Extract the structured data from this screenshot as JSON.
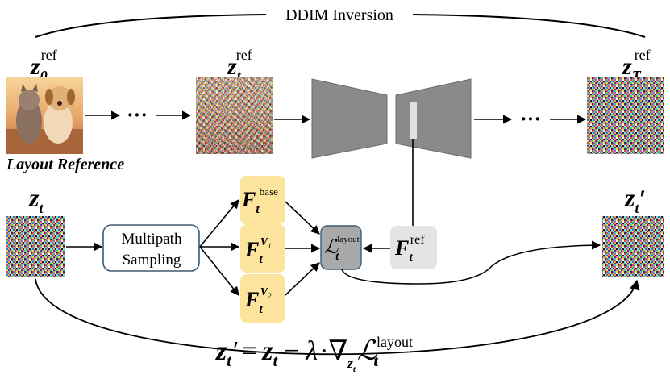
{
  "top_label": "DDIM Inversion",
  "caption_layout_reference": "Layout Reference",
  "latents": {
    "z0_ref": {
      "base": "z",
      "sub": "0",
      "sup": "ref"
    },
    "zt_ref": {
      "base": "z",
      "sub": "t",
      "sup": "ref"
    },
    "zT_ref": {
      "base": "z",
      "sub": "T",
      "sup": "ref"
    },
    "zt": {
      "base": "z",
      "sub": "t"
    },
    "zt_prime": {
      "base": "z",
      "sub": "t",
      "prime": "′"
    }
  },
  "dots": "···",
  "multipath_box": {
    "line1": "Multipath",
    "line2": "Sampling"
  },
  "features": {
    "base": {
      "base": "F",
      "sub": "t",
      "sup": "base"
    },
    "v1": {
      "base": "F",
      "sub": "t",
      "sup": "V",
      "supsub": "1"
    },
    "v2": {
      "base": "F",
      "sub": "t",
      "sup": "V",
      "supsub": "2"
    },
    "ref": {
      "base": "F",
      "sub": "t",
      "sup": "ref"
    }
  },
  "loss": {
    "base": "ℒ",
    "sub": "t",
    "sup": "layout"
  },
  "equation": {
    "lhs_base": "z",
    "lhs_sub": "t",
    "lhs_prime": "′",
    "eq": "=",
    "z_base": "z",
    "z_sub": "t",
    "minus": "−",
    "lambda": "λ",
    "dot": "·",
    "nabla": "∇",
    "nabla_sub_base": "z",
    "nabla_sub_sub": "t",
    "loss_base": "ℒ",
    "loss_sub": "t",
    "loss_sup": "layout"
  },
  "colors": {
    "feature_fill": "#fde49c",
    "ref_fill": "#e4e4e4",
    "loss_fill": "#a9a9a9",
    "unet_fill": "#8a8a8a",
    "box_border": "#3d5a73"
  }
}
